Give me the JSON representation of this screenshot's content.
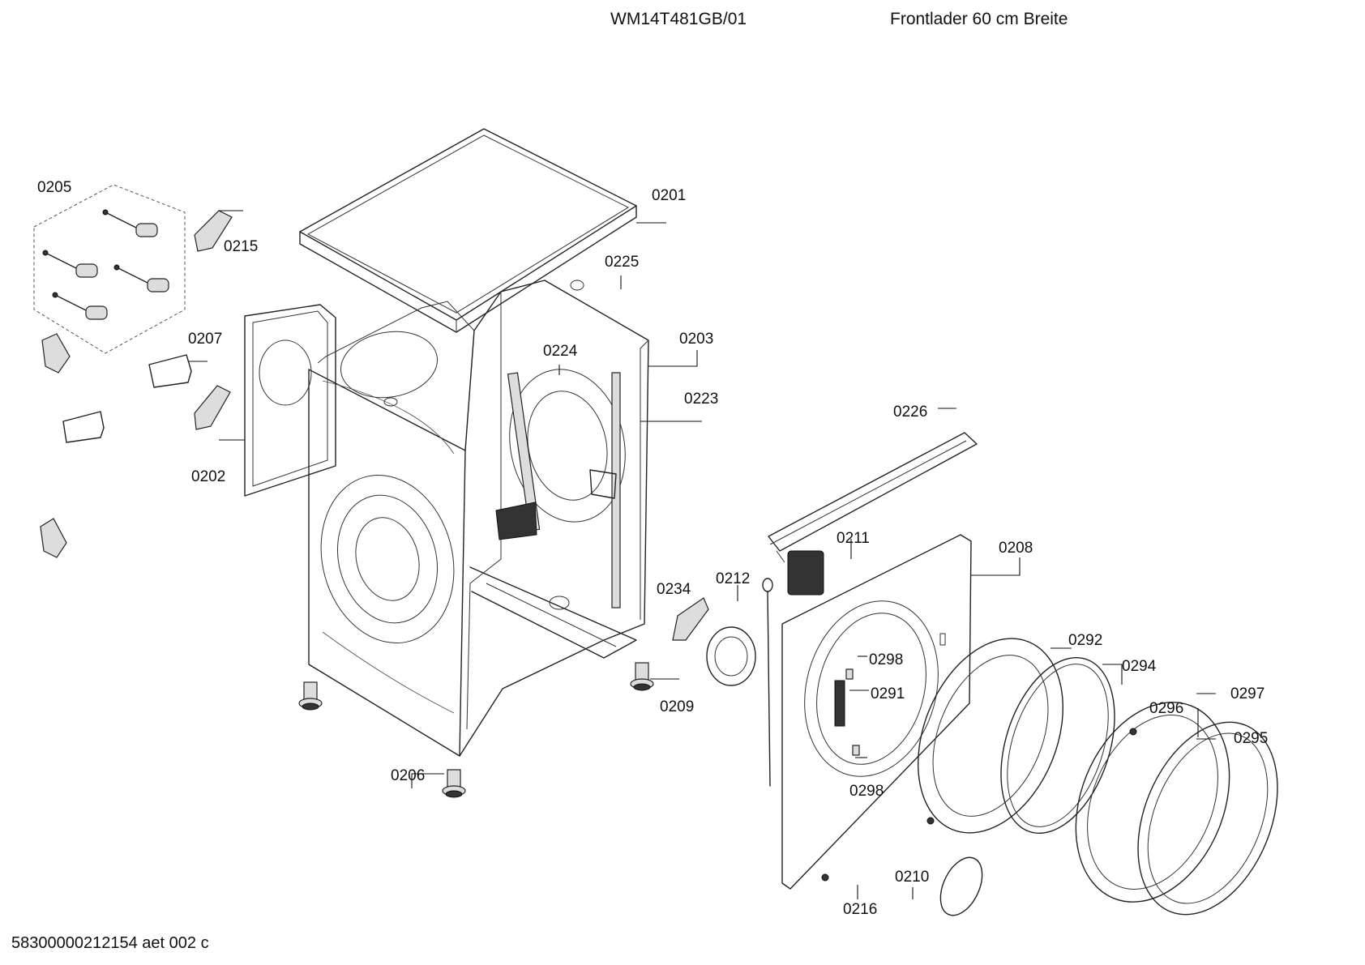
{
  "header": {
    "model": "WM14T481GB/01",
    "subtitle": "Frontlader 60 cm Breite"
  },
  "footer": {
    "code": "58300000212154 aet 002 c"
  },
  "labels": {
    "p0201": "0201",
    "p0202": "0202",
    "p0203": "0203",
    "p0205": "0205",
    "p0206": "0206",
    "p0207": "0207",
    "p0208": "0208",
    "p0209": "0209",
    "p0210": "0210",
    "p0211": "0211",
    "p0212": "0212",
    "p0215": "0215",
    "p0216": "0216",
    "p0223": "0223",
    "p0224": "0224",
    "p0225": "0225",
    "p0226": "0226",
    "p0234": "0234",
    "p0291": "0291",
    "p0292": "0292",
    "p0294": "0294",
    "p0295": "0295",
    "p0296": "0296",
    "p0297": "0297",
    "p0298a": "0298",
    "p0298b": "0298"
  }
}
